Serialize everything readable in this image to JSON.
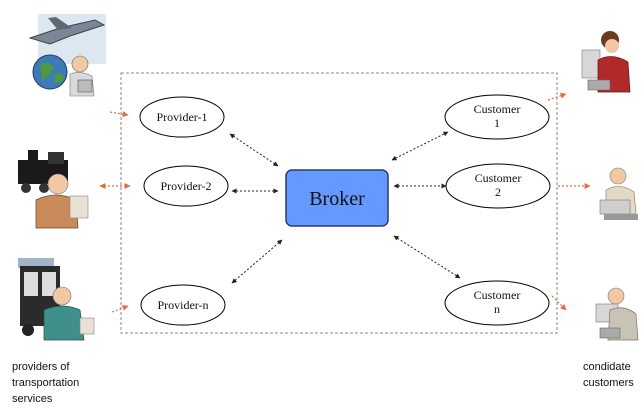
{
  "broker": {
    "label": "Broker",
    "fill": "#6699ff",
    "stroke": "#2a3d73"
  },
  "providers": [
    {
      "label": "Provider-1"
    },
    {
      "label": "Provider-2"
    },
    {
      "label": "Provider-n"
    }
  ],
  "customers": [
    {
      "label_lines": [
        "Customer",
        "1"
      ]
    },
    {
      "label_lines": [
        "Customer",
        "2"
      ]
    },
    {
      "label_lines": [
        "Customer",
        "n"
      ]
    }
  ],
  "captions": {
    "left": "providers of\ntransportation\nservices",
    "right": "condidate\ncustomers"
  },
  "colors": {
    "boundary": "#8a8a8a",
    "arrow": "#222222",
    "external_arrow": "#e86a40"
  },
  "icons": {
    "provider_icons": [
      "airplane-globe-icon",
      "train-person-icon",
      "truck-person-icon"
    ],
    "customer_icons": [
      "woman-computer-icon",
      "man-computer-icon",
      "person-computer-icon"
    ]
  }
}
